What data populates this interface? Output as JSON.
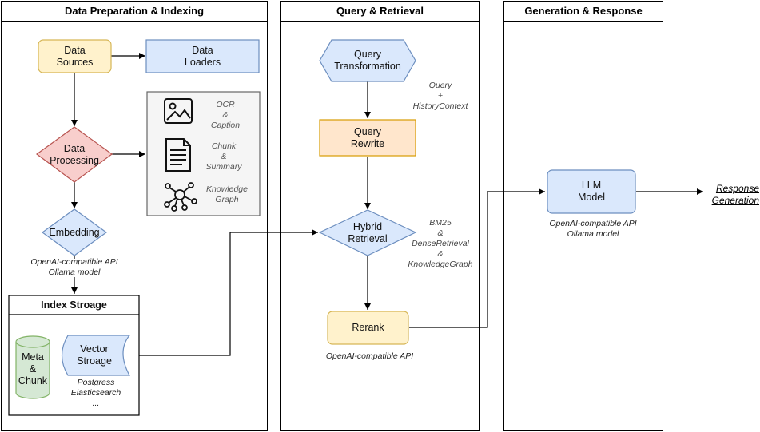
{
  "panels": {
    "data_prep": "Data Preparation & Indexing",
    "query_retrieval": "Query & Retrieval",
    "generation": "Generation & Response"
  },
  "nodes": {
    "data_sources": "Data\nSources",
    "data_loaders": "Data\nLoaders",
    "data_processing": "Data\nProcessing",
    "embedding": "Embedding",
    "index_storage_title": "Index Stroage",
    "meta_chunk": "Meta\n&\nChunk",
    "vector_storage": "Vector\nStroage",
    "query_transformation": "Query\nTransformation",
    "query_rewrite": "Query\nRewrite",
    "hybrid_retrieval": "Hybrid\nRetrieval",
    "rerank": "Rerank",
    "llm_model": "LLM\nModel"
  },
  "processing_items": [
    {
      "icon": "image-icon",
      "label": "OCR\n&\nCaption"
    },
    {
      "icon": "document-icon",
      "label": "Chunk\n&\nSummary"
    },
    {
      "icon": "knowledge-graph-icon",
      "label": "Knowledge\nGraph"
    }
  ],
  "notes": {
    "embedding_note": "OpenAI-compatible API\nOllama model",
    "vector_note": "Postgress\nElasticsearch\n...",
    "query_note": "Query\n+\nHistoryContext",
    "retrieval_note": "BM25\n&\nDenseRetrieval\n&\nKnowledgeGraph",
    "rerank_note": "OpenAI-compatible API",
    "llm_note": "OpenAI-compatible API\nOllama model",
    "response": "Response\nGeneration"
  },
  "colors": {
    "yellow_fill": "#fff2cc",
    "yellow_stroke": "#d6b656",
    "blue_fill": "#dae8fc",
    "blue_stroke": "#6c8ebf",
    "red_fill": "#f8cecc",
    "red_stroke": "#b85450",
    "orange_fill": "#ffe6cc",
    "orange_stroke": "#d79b00",
    "green_fill": "#d5e8d4",
    "green_stroke": "#82b366",
    "gray_fill": "#f5f5f5",
    "gray_stroke": "#666666"
  }
}
